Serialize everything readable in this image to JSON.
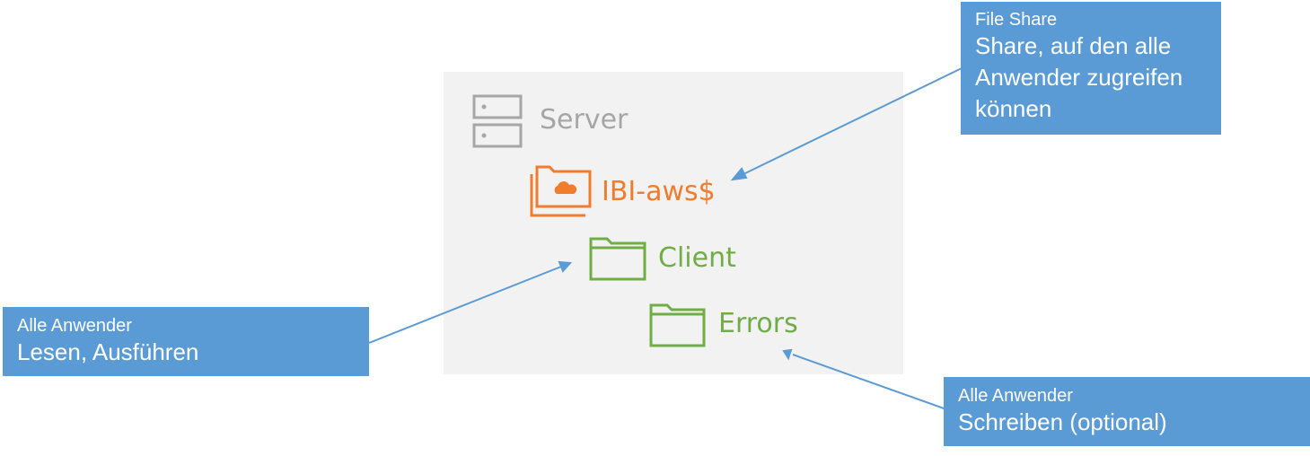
{
  "colors": {
    "panel": "#f2f2f2",
    "server": "#a6a6a6",
    "share": "#f07c2e",
    "folder": "#70ad47",
    "callout": "#5b9bd5",
    "arrow": "#5b9bd5"
  },
  "tree": {
    "server": {
      "label": "Server",
      "icon": "server-icon"
    },
    "share": {
      "label": "IBI-aws$",
      "icon": "cloud-folder-icon"
    },
    "client": {
      "label": "Client",
      "icon": "folder-icon"
    },
    "errors": {
      "label": "Errors",
      "icon": "folder-icon"
    }
  },
  "callouts": {
    "file_share": {
      "title": "File Share",
      "text": "Share, auf den alle Anwender zugreifen können"
    },
    "client": {
      "title": "Alle Anwender",
      "text": "Lesen, Ausführen"
    },
    "errors": {
      "title": "Alle Anwender",
      "text": "Schreiben (optional)"
    }
  }
}
